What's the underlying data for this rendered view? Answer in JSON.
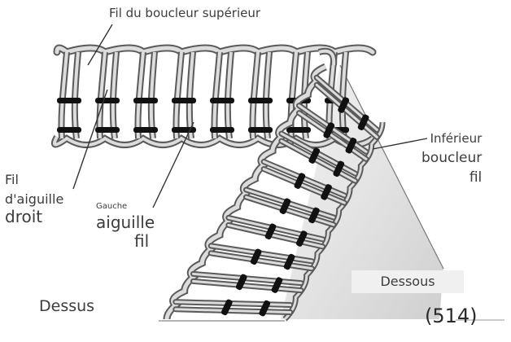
{
  "labels": {
    "upper_looper_thread": "Fil du boucleur supérieur",
    "right_needle_thread": [
      "Fil",
      "d'aiguille",
      "droit"
    ],
    "left_needle_thread": [
      "Gauche",
      "aiguille",
      "fil"
    ],
    "lower_looper_thread": [
      "Inférieur",
      "boucleur",
      "fil"
    ],
    "underside": "Dessous",
    "top_side": "Dessus",
    "figure_number": "(514)"
  },
  "colors": {
    "thread_light": "#dcdcdc",
    "thread_dark": "#5a5a5a",
    "thread_black": "#111111",
    "fabric_shade": "#e2e2e2",
    "text": "#3c3c3c"
  },
  "diagram": {
    "top_row_stitch_count": 8,
    "diagonal_stitch_count": 9
  }
}
